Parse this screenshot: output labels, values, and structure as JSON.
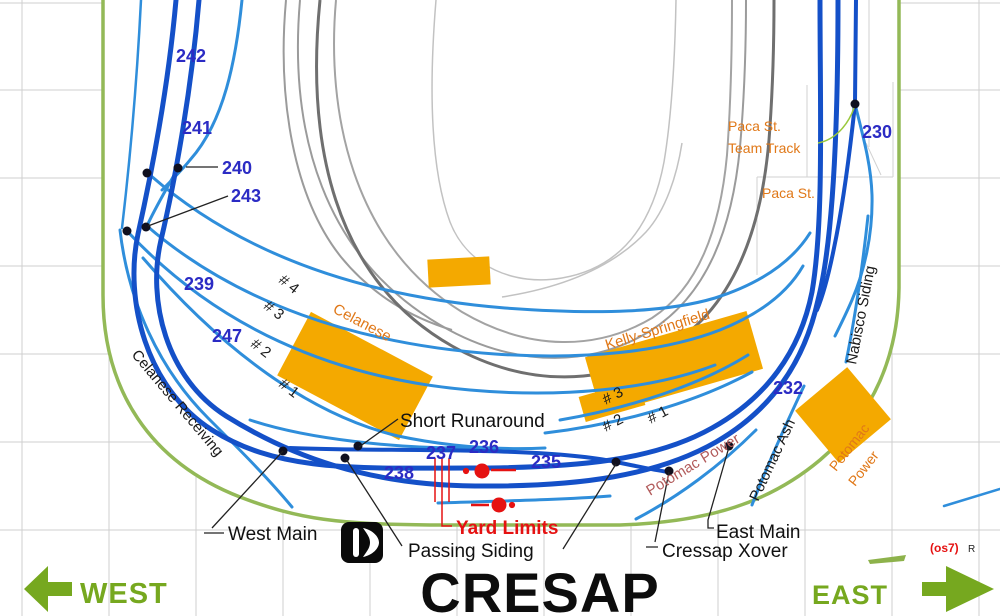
{
  "diagram": {
    "title": "CRESAP",
    "compass": {
      "west": "WEST",
      "east": "EAST"
    },
    "footnote": {
      "red": "(os7)",
      "black": "R"
    },
    "blocks": {
      "b230": "230",
      "b232": "232",
      "b235": "235",
      "b236": "236",
      "b237": "237",
      "b238": "238",
      "b239": "239",
      "b240": "240",
      "b241": "241",
      "b242": "242",
      "b243": "243",
      "b247": "247"
    },
    "track_labels": {
      "west_main": "West Main",
      "east_main": "East Main",
      "passing_siding": "Passing Siding",
      "cressap_xover": "Cressap Xover",
      "short_runaround": "Short Runaround",
      "yard_limits": "Yard Limits"
    },
    "siding_labels": {
      "nabisco": "Nabisco Siding",
      "potomac_ash": "Potomac Ash",
      "celanese_receiving": "Celanese Receiving",
      "potomac_power_track": "Potomac Power"
    },
    "industries": {
      "celanese": "Celanese",
      "kelly_springfield": "Kelly-Springfield",
      "potomac_power_1": "Potomac",
      "potomac_power_2": "Power",
      "paca_team_1": "Paca St.",
      "paca_team_2": "Team Track",
      "paca_st": "Paca St."
    },
    "spots": {
      "left": [
        "# 4",
        "# 3",
        "# 2",
        "# 1"
      ],
      "right": [
        "# 3",
        "# 2",
        "# 1"
      ]
    },
    "colors": {
      "main_line": "#1450c8",
      "siding_line": "#2f8edb",
      "label_blue": "#2b2bc4",
      "industry_orange": "#e07818",
      "maroon": "#b25b5b",
      "signal_red": "#e51212",
      "border_green": "#93b957",
      "arrow_green": "#76a81f",
      "staging_grey": "#6f6f6f",
      "building_yellow": "#f4a900"
    }
  }
}
